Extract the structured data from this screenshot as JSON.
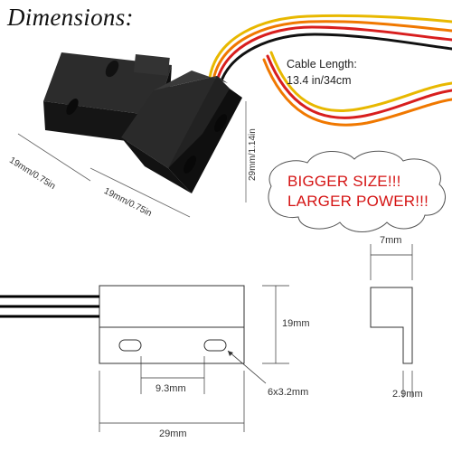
{
  "title": "Dimensions:",
  "cable": {
    "label": "Cable Length:",
    "value": "13.4 in/34cm"
  },
  "promo": {
    "line1": "BIGGER SIZE!!!",
    "line2": "LARGER POWER!!!",
    "color": "#d51414"
  },
  "photo_dims": {
    "width_a": "19mm/0.75in",
    "width_b": "19mm/0.75in",
    "length": "29mm/1.14in"
  },
  "drawing_dims": {
    "height": "19mm",
    "top_width": "7mm",
    "hole_spacing": "9.3mm",
    "hole_size": "6x3.2mm",
    "thickness": "2.9mm",
    "length": "29mm"
  },
  "wire_colors": [
    "#e8b800",
    "#f07800",
    "#d81e1e",
    "#111111"
  ]
}
